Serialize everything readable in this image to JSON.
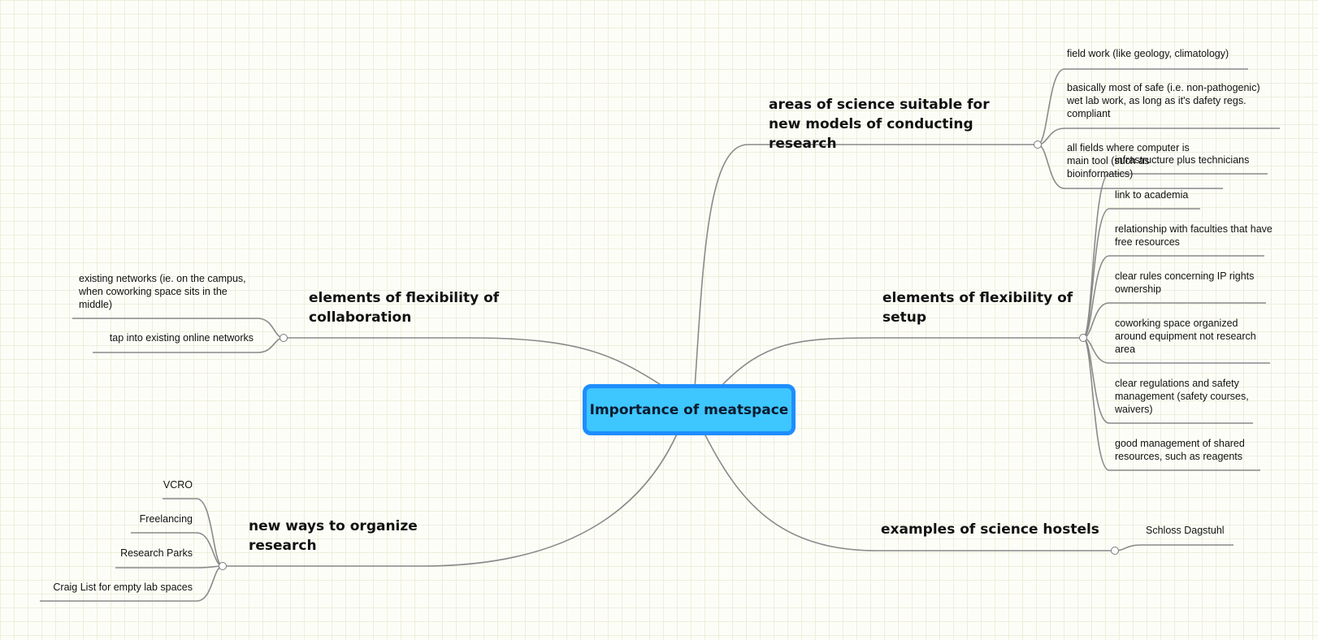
{
  "root": {
    "label": "Importance of meatspace"
  },
  "branches": {
    "areas": {
      "label": "areas of science suitable for new models of conducting research",
      "items": [
        "field work (like geology, climatology)",
        "basically most of safe (i.e. non-pathogenic) wet lab work, as long as it's dafety regs. compliant",
        "all fields where computer is main tool (such as bioinformatics)"
      ]
    },
    "setup": {
      "label": "elements of flexibility of setup",
      "items": [
        "infrastructure plus technicians",
        "link to academia",
        "relationship with faculties that have free resources",
        "clear rules concerning IP rights ownership",
        "coworking space organized around equipment not research area",
        "clear regulations and safety management (safety courses, waivers)",
        "good management of shared resources, such as reagents"
      ]
    },
    "hostels": {
      "label": "examples of science hostels",
      "items": [
        "Schloss Dagstuhl"
      ]
    },
    "collab": {
      "label": "elements of flexibility of collaboration",
      "items": [
        "existing networks (ie. on the campus, when coworking space sits in the middle)",
        "tap into existing online networks"
      ]
    },
    "organize": {
      "label": "new ways to organize research",
      "items": [
        "VCRO",
        "Freelancing",
        "Research Parks",
        "Craig List for empty lab spaces"
      ]
    }
  },
  "colors": {
    "root_fill": "#3ec6ff",
    "root_border": "#1e8dff",
    "connector": "#8a8a8a",
    "grid": "#eeeedd"
  }
}
